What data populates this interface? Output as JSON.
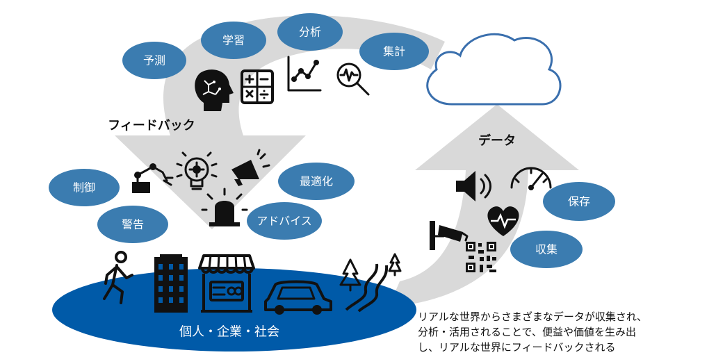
{
  "colors": {
    "bubble": "#3b7cb0",
    "ellipse": "#005aa8",
    "arrow": "#d9d9d9",
    "cloud_stroke": "#3a6fad"
  },
  "feedback": {
    "label": "フィードバック"
  },
  "data_flow": {
    "label": "データ"
  },
  "left_bubbles": {
    "prediction": "予測",
    "learning": "学習",
    "analysis": "分析",
    "aggregation": "集計",
    "control": "制御",
    "warning": "警告",
    "optimization": "最適化",
    "advice": "アドバイス"
  },
  "right_bubbles": {
    "storage": "保存",
    "collection": "収集"
  },
  "society": {
    "label": "個人・企業・社会"
  },
  "caption": {
    "line1": "リアルな世界からさまざまなデータが収集され、",
    "line2": "分析・活用されることで、便益や価値を生み出",
    "line3": "し、リアルな世界にフィードバックされる"
  },
  "icons": {
    "analysis_row": [
      "brain-head-icon",
      "calculator-icon",
      "line-chart-icon",
      "magnifier-pulse-icon"
    ],
    "action_row": [
      "robot-arm-icon",
      "lightbulb-gear-icon",
      "megaphone-icon",
      "siren-icon"
    ],
    "data_row": [
      "speaker-icon",
      "speedometer-icon",
      "heart-pulse-icon",
      "security-camera-icon",
      "qr-code-icon"
    ],
    "society_row": [
      "walking-person-icon",
      "office-building-icon",
      "shop-icon",
      "car-icon",
      "road-trees-icon"
    ],
    "cloud": "cloud-icon"
  }
}
